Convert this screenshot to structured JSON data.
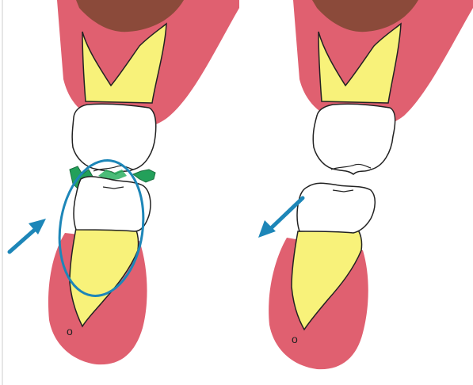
{
  "figure": {
    "panels": [
      {
        "id": "left",
        "arrow_direction": "up-right",
        "has_contact_highlight": true
      },
      {
        "id": "right",
        "arrow_direction": "down-left",
        "has_contact_highlight": false
      }
    ],
    "annotations": {
      "left_small_mark": "o",
      "right_small_mark": "o"
    }
  },
  "colors": {
    "gum_light": "#f08090",
    "gum_mid": "#e06070",
    "gum_dark": "#d34f61",
    "bone_brown": "#8b4a3a",
    "root_yellow": "#f8f27a",
    "crown_white": "#ffffff",
    "outline": "#222222",
    "arrow_blue": "#1d86b8",
    "contact_green": "#23a05a"
  }
}
